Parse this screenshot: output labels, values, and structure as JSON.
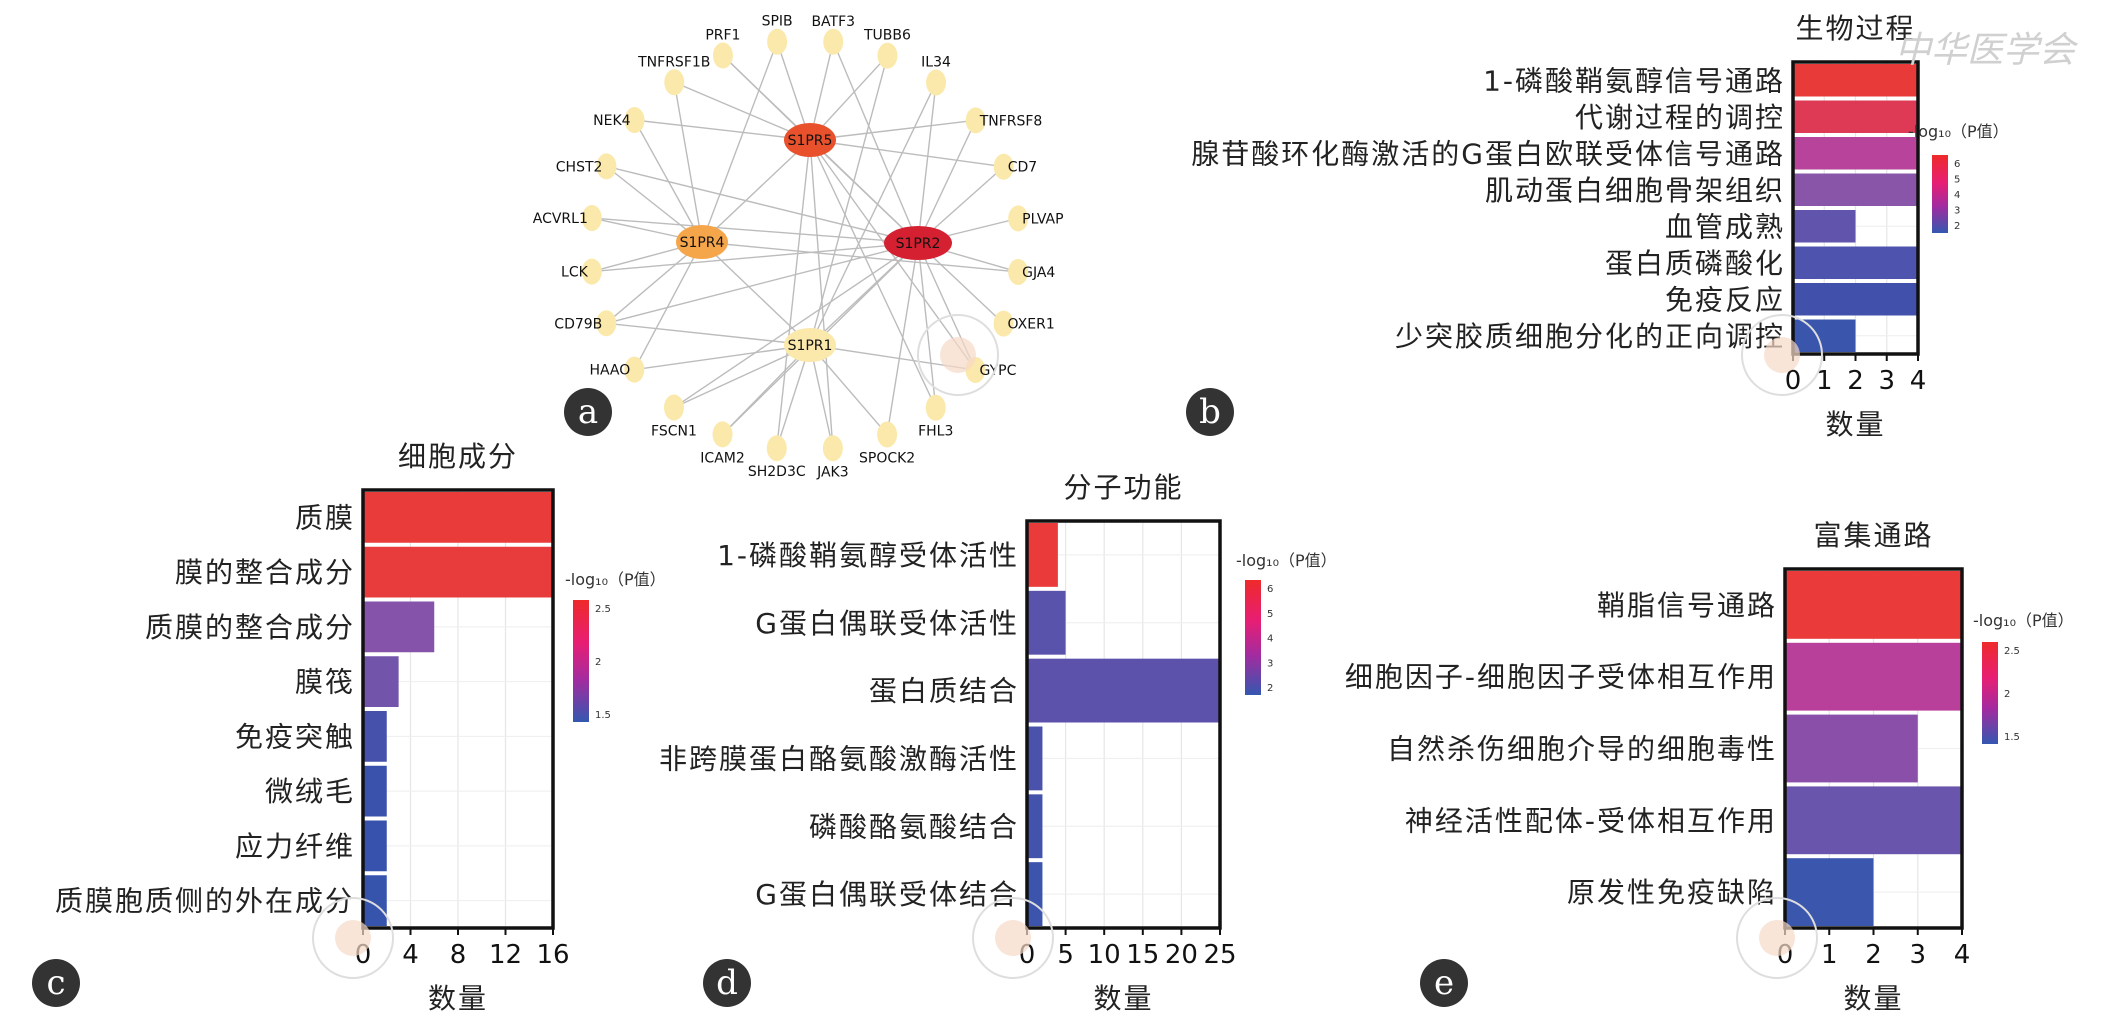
{
  "watermark": {
    "text": "中华医学会"
  },
  "panel_labels": [
    "a",
    "b",
    "c",
    "d",
    "e"
  ],
  "network": {
    "hubs": [
      {
        "id": "S1PR5",
        "color": "#e8512b"
      },
      {
        "id": "S1PR2",
        "color": "#d42030"
      },
      {
        "id": "S1PR4",
        "color": "#f5a64a"
      },
      {
        "id": "S1PR1",
        "color": "#fbe9ac"
      }
    ],
    "outer": [
      "SPIB",
      "BATF3",
      "TUBB6",
      "IL34",
      "TNFRSF8",
      "CD7",
      "PLVAP",
      "GJA4",
      "OXER1",
      "GYPC",
      "FHL3",
      "SPOCK2",
      "JAK3",
      "SH2D3C",
      "ICAM2",
      "FSCN1",
      "HAAO",
      "CD79B",
      "LCK",
      "ACVRL1",
      "CHST2",
      "NEK4",
      "TNFRSF1B",
      "PRF1"
    ],
    "edges": [
      [
        "S1PR5",
        "SPIB"
      ],
      [
        "S1PR5",
        "BATF3"
      ],
      [
        "S1PR5",
        "TUBB6"
      ],
      [
        "S1PR5",
        "PRF1"
      ],
      [
        "S1PR5",
        "TNFRSF1B"
      ],
      [
        "S1PR5",
        "NEK4"
      ],
      [
        "S1PR5",
        "TNFRSF8"
      ],
      [
        "S1PR5",
        "CD7"
      ],
      [
        "S1PR5",
        "JAK3"
      ],
      [
        "S1PR5",
        "FHL3"
      ],
      [
        "S1PR5",
        "GYPC"
      ],
      [
        "S1PR5",
        "SH2D3C"
      ],
      [
        "S1PR5",
        "S1PR2"
      ],
      [
        "S1PR5",
        "S1PR4"
      ],
      [
        "S1PR2",
        "PRF1"
      ],
      [
        "S1PR2",
        "BATF3"
      ],
      [
        "S1PR2",
        "IL34"
      ],
      [
        "S1PR2",
        "TNFRSF8"
      ],
      [
        "S1PR2",
        "CD7"
      ],
      [
        "S1PR2",
        "PLVAP"
      ],
      [
        "S1PR2",
        "GJA4"
      ],
      [
        "S1PR2",
        "OXER1"
      ],
      [
        "S1PR2",
        "GYPC"
      ],
      [
        "S1PR2",
        "FHL3"
      ],
      [
        "S1PR2",
        "SPOCK2"
      ],
      [
        "S1PR2",
        "CHST2"
      ],
      [
        "S1PR2",
        "ACVRL1"
      ],
      [
        "S1PR2",
        "LCK"
      ],
      [
        "S1PR2",
        "CD79B"
      ],
      [
        "S1PR2",
        "S1PR1"
      ],
      [
        "S1PR2",
        "FSCN1"
      ],
      [
        "S1PR2",
        "ICAM2"
      ],
      [
        "S1PR4",
        "SPIB"
      ],
      [
        "S1PR4",
        "TNFRSF1B"
      ],
      [
        "S1PR4",
        "NEK4"
      ],
      [
        "S1PR4",
        "CHST2"
      ],
      [
        "S1PR4",
        "ACVRL1"
      ],
      [
        "S1PR4",
        "LCK"
      ],
      [
        "S1PR4",
        "CD79B"
      ],
      [
        "S1PR4",
        "HAAO"
      ],
      [
        "S1PR4",
        "S1PR1"
      ],
      [
        "S1PR4",
        "GJA4"
      ],
      [
        "S1PR1",
        "TUBB6"
      ],
      [
        "S1PR1",
        "HAAO"
      ],
      [
        "S1PR1",
        "FSCN1"
      ],
      [
        "S1PR1",
        "ICAM2"
      ],
      [
        "S1PR1",
        "SH2D3C"
      ],
      [
        "S1PR1",
        "JAK3"
      ],
      [
        "S1PR1",
        "SPOCK2"
      ],
      [
        "S1PR1",
        "GYPC"
      ],
      [
        "S1PR1",
        "CD79B"
      ],
      [
        "S1PR1",
        "IL34"
      ]
    ]
  },
  "chart_data": [
    {
      "panel": "b",
      "type": "bar",
      "title": "生物过程",
      "xlabel": "数量",
      "categories": [
        "1-磷酸鞘氨醇信号通路",
        "代谢过程的调控",
        "腺苷酸环化酶激活的G蛋白欧联受体信号通路",
        "肌动蛋白细胞骨架组织",
        "血管成熟",
        "蛋白质磷酸化",
        "免疫反应",
        "少突胶质细胞分化的正向调控"
      ],
      "values": [
        4,
        4,
        4,
        4,
        2,
        4,
        4,
        2
      ],
      "colors": [
        "#e93a3a",
        "#df3a55",
        "#b7449a",
        "#8855a9",
        "#6154ad",
        "#4e53ad",
        "#4151ab",
        "#3a55ac"
      ],
      "xticks": [
        0,
        1,
        2,
        3,
        4
      ],
      "xlim": [
        0,
        4
      ],
      "colorbar": {
        "title": "-log₁₀（P值）",
        "ticks": [
          6,
          5,
          4,
          3,
          2
        ]
      }
    },
    {
      "panel": "c",
      "type": "bar",
      "title": "细胞成分",
      "xlabel": "数量",
      "categories": [
        "质膜",
        "膜的整合成分",
        "质膜的整合成分",
        "膜筏",
        "免疫突触",
        "微绒毛",
        "应力纤维",
        "质膜胞质侧的外在成分"
      ],
      "values": [
        16,
        16,
        6,
        3,
        2,
        2,
        2,
        2
      ],
      "colors": [
        "#ea3b3b",
        "#e83c3c",
        "#8553aa",
        "#7354ab",
        "#4651ab",
        "#3a52ab",
        "#3752ac",
        "#3754ad"
      ],
      "xticks": [
        0,
        4,
        8,
        12,
        16
      ],
      "xlim": [
        0,
        16
      ],
      "colorbar": {
        "title": "-log₁₀（P值）",
        "ticks": [
          2.5,
          2.0,
          1.5
        ]
      }
    },
    {
      "panel": "d",
      "type": "bar",
      "title": "分子功能",
      "xlabel": "数量",
      "categories": [
        "1-磷酸鞘氨醇受体活性",
        "G蛋白偶联受体活性",
        "蛋白质结合",
        "非跨膜蛋白酪氨酸激酶活性",
        "磷酸酪氨酸结合",
        "G蛋白偶联受体结合"
      ],
      "values": [
        4,
        5,
        25,
        2,
        2,
        2
      ],
      "colors": [
        "#ea3a3a",
        "#5a53ab",
        "#5c52ab",
        "#4a52ab",
        "#4352ab",
        "#3c54ac"
      ],
      "xticks": [
        0,
        5,
        10,
        15,
        20,
        25
      ],
      "xlim": [
        0,
        25
      ],
      "colorbar": {
        "title": "-log₁₀（P值）",
        "ticks": [
          6,
          5,
          4,
          3,
          2
        ]
      }
    },
    {
      "panel": "e",
      "type": "bar",
      "title": "富集通路",
      "xlabel": "数量",
      "categories": [
        "鞘脂信号通路",
        "细胞因子-细胞因子受体相互作用",
        "自然杀伤细胞介导的细胞毒性",
        "神经活性配体-受体相互作用",
        "原发性免疫缺陷"
      ],
      "values": [
        4,
        4,
        3,
        4,
        2
      ],
      "colors": [
        "#ea3a3a",
        "#b9409a",
        "#8a4fa9",
        "#6a55ac",
        "#3b56ad"
      ],
      "xticks": [
        0,
        1,
        2,
        3,
        4
      ],
      "xlim": [
        0,
        4
      ],
      "colorbar": {
        "title": "-log₁₀（P值）",
        "ticks": [
          2.5,
          2.0,
          1.5
        ]
      }
    }
  ]
}
